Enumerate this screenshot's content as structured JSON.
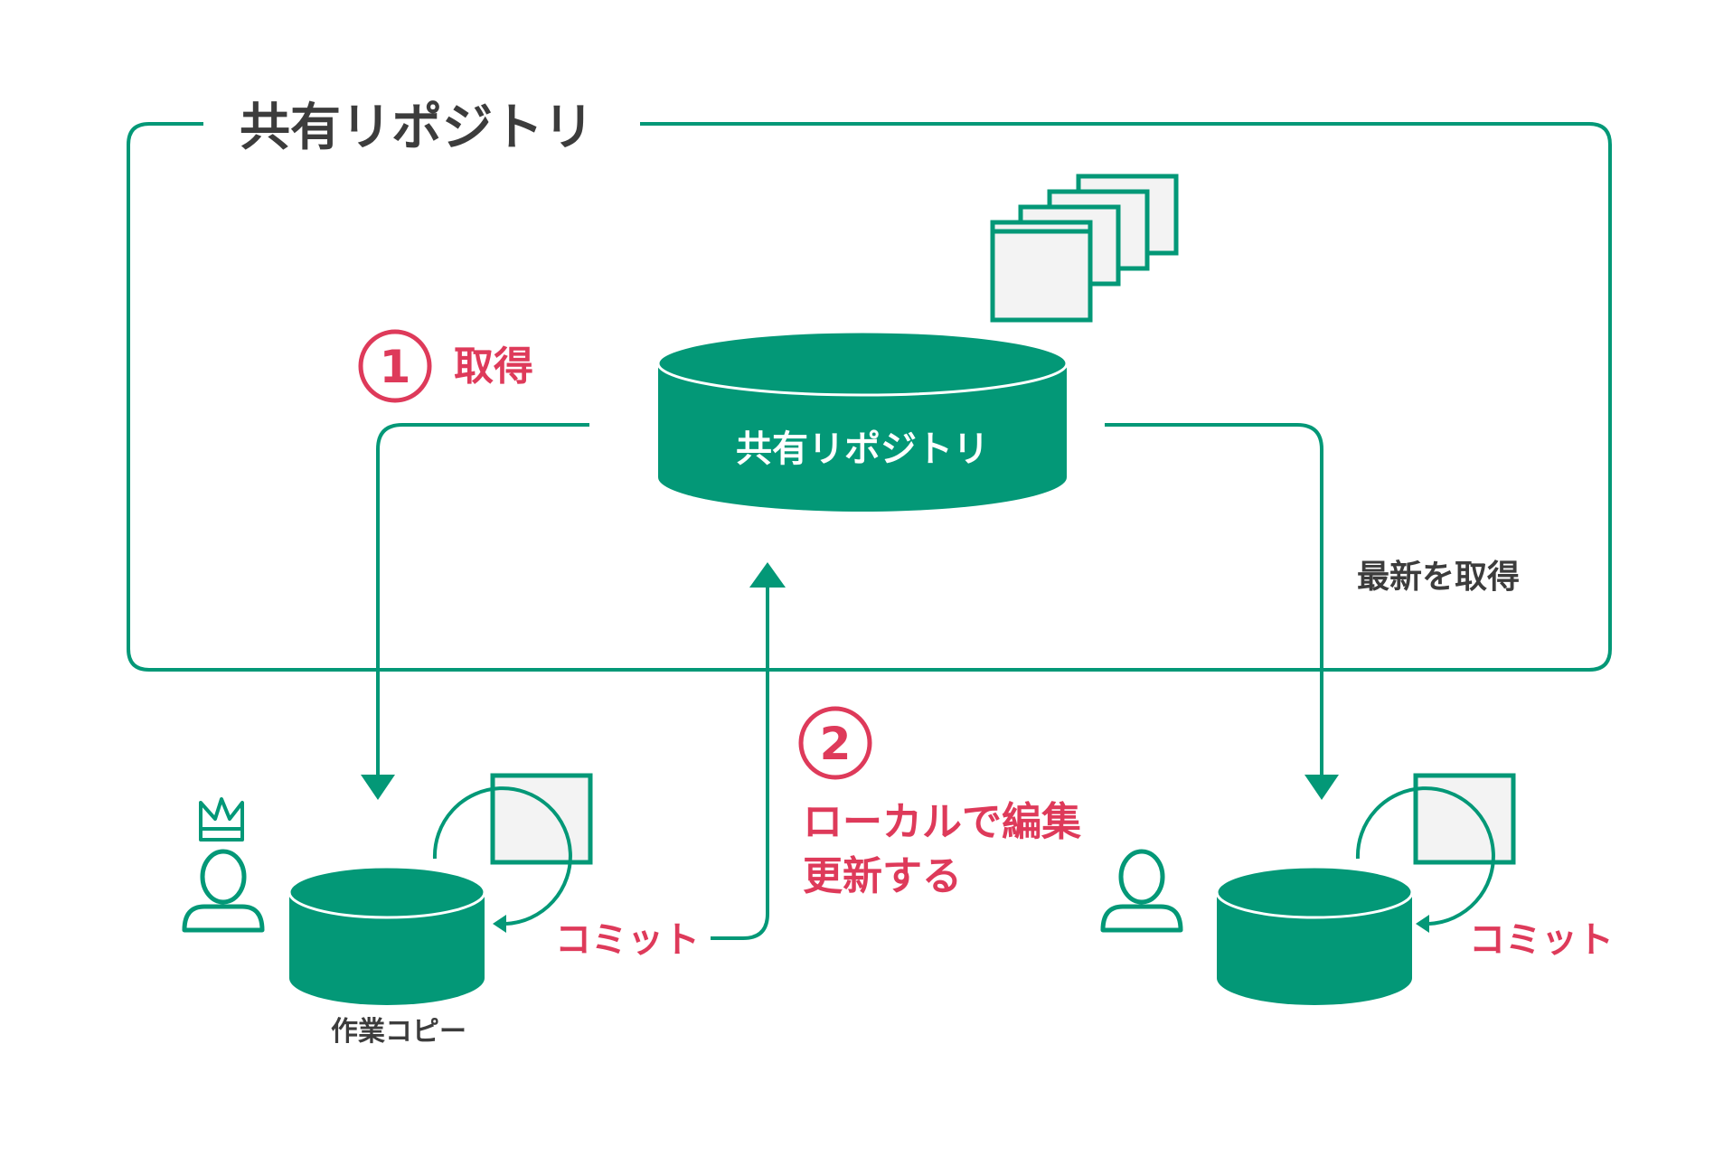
{
  "colors": {
    "green": "#039877",
    "red": "#de3a5a",
    "text": "#3c3c3c",
    "doc_fill": "#f3f3f3"
  },
  "frame": {
    "title": "共有リポジトリ"
  },
  "central_db": {
    "label": "共有リポジトリ"
  },
  "step1": {
    "number": "1",
    "label": "取得"
  },
  "step2": {
    "number": "2",
    "label_line1": "ローカルで編集",
    "label_line2": "更新する"
  },
  "right_fetch": {
    "label": "最新を取得"
  },
  "left_user": {
    "commit_label": "コミット",
    "db_caption": "作業コピー",
    "avatar_icon": "user-icon",
    "crown_icon": "crown-icon"
  },
  "right_user": {
    "commit_label": "コミット",
    "avatar_icon": "user-icon"
  }
}
